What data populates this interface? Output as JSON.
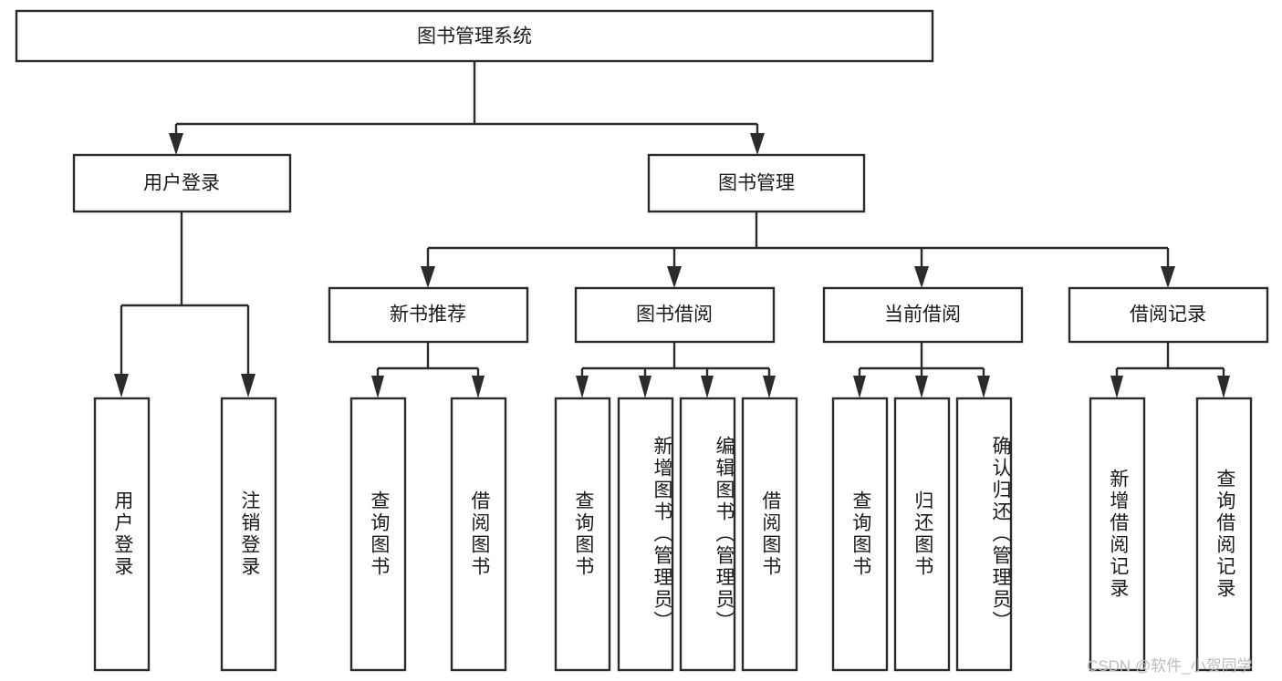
{
  "diagram": {
    "title": "图书管理系统",
    "type": "tree",
    "orientation": "top-down",
    "colors": {
      "box_fill": "#ffffff",
      "box_stroke": "#2b2b2b",
      "text": "#1a1a1a",
      "watermark": "#bdbdbd",
      "background": "#ffffff"
    },
    "root": {
      "label": "图书管理系统"
    },
    "level1": [
      {
        "label": "用户登录"
      },
      {
        "label": "图书管理"
      }
    ],
    "level2": [
      {
        "label": "新书推荐"
      },
      {
        "label": "图书借阅"
      },
      {
        "label": "当前借阅"
      },
      {
        "label": "借阅记录"
      }
    ],
    "leaves": {
      "user_login": [
        {
          "label": "用户登录"
        },
        {
          "label": "注销登录"
        }
      ],
      "new_book_recommend": [
        {
          "label": "查询图书"
        },
        {
          "label": "借阅图书"
        }
      ],
      "book_borrow": [
        {
          "label": "查询图书"
        },
        {
          "label": "新增图书（管理员）"
        },
        {
          "label": "编辑图书（管理员）"
        },
        {
          "label": "借阅图书"
        }
      ],
      "current_borrow": [
        {
          "label": "查询图书"
        },
        {
          "label": "归还图书"
        },
        {
          "label": "确认归还（管理员）"
        }
      ],
      "borrow_record": [
        {
          "label": "新增借阅记录"
        },
        {
          "label": "查询借阅记录"
        }
      ]
    },
    "watermark": "CSDN @软件_小贺同学"
  }
}
